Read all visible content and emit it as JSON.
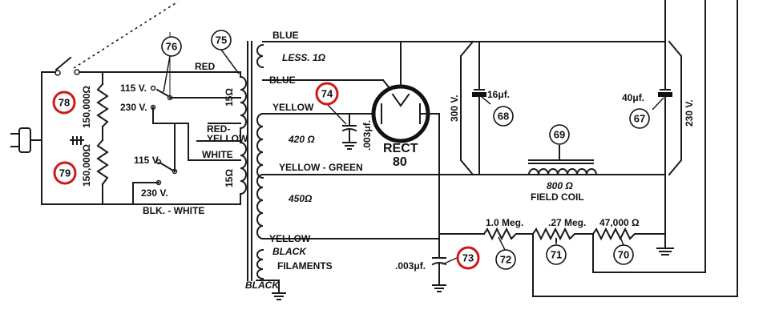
{
  "wire_labels": {
    "blue_top": "BLUE",
    "blue_2": "BLUE",
    "less": "LESS. 1Ω",
    "red": "RED",
    "v115_top": "115 V.",
    "v230_top": "230 V.",
    "red_yellow_1": "RED-",
    "red_yellow_2": "YELLOW",
    "white": "WHITE",
    "v115_bot": "115 V.",
    "v230_bot": "230 V.",
    "blk_white": "BLK. - WHITE",
    "r150k_top": "150,000Ω",
    "r150k_bot": "150,000Ω",
    "r15_top": "15Ω",
    "r15_bot": "15Ω",
    "yellow_1": "YELLOW",
    "r420": "420 Ω",
    "yellow_green": "YELLOW - GREEN",
    "r450": "450Ω",
    "yellow_2": "YELLOW",
    "black_1": "BLACK",
    "filaments": "FILAMENTS",
    "black_2": "BLACK",
    "cap_003_vert": ".003μf.",
    "rect_1": "RECT",
    "rect_2": "80",
    "v300": "300 V.",
    "cap16": "16μf.",
    "cap40": "40μf.",
    "v230_right": "230 V.",
    "field_r": "800 Ω",
    "field_coil": "FIELD COIL",
    "r1meg": "1.0 Meg.",
    "r27meg": ".27 Meg.",
    "r47k": "47,000 Ω",
    "cap003": ".003μf."
  },
  "callouts": [
    {
      "id": "c75",
      "label": "75",
      "highlight": false
    },
    {
      "id": "c76",
      "label": "76",
      "highlight": false
    },
    {
      "id": "c78",
      "label": "78",
      "highlight": true
    },
    {
      "id": "c79",
      "label": "79",
      "highlight": true
    },
    {
      "id": "c74",
      "label": "74",
      "highlight": true
    },
    {
      "id": "c73",
      "label": "73",
      "highlight": true
    },
    {
      "id": "c68",
      "label": "68",
      "highlight": false
    },
    {
      "id": "c69",
      "label": "69",
      "highlight": false
    },
    {
      "id": "c67",
      "label": "67",
      "highlight": false
    },
    {
      "id": "c72",
      "label": "72",
      "highlight": false
    },
    {
      "id": "c71",
      "label": "71",
      "highlight": false
    },
    {
      "id": "c70",
      "label": "70",
      "highlight": false
    }
  ]
}
